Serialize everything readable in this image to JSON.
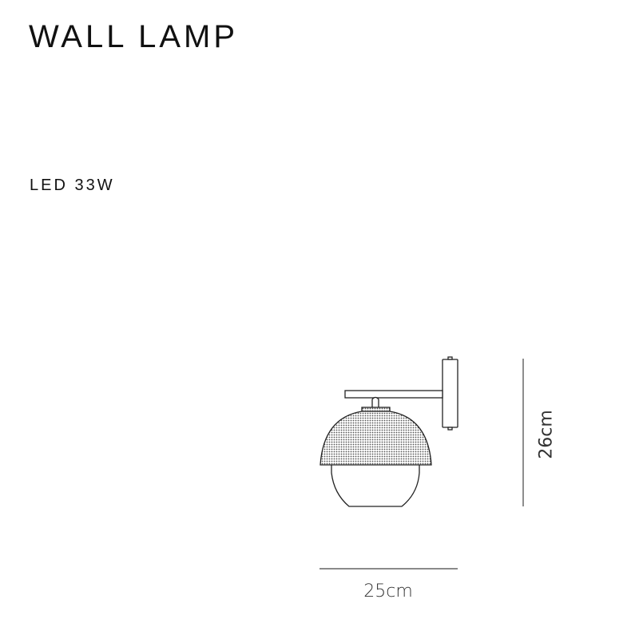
{
  "product": {
    "title": "WALL LAMP",
    "spec": "LED 33W"
  },
  "dimensions": {
    "width_label": "25cm",
    "height_label": "26cm"
  },
  "drawing": {
    "stroke_color": "#222222",
    "shade_pattern": "perforated-mesh"
  }
}
